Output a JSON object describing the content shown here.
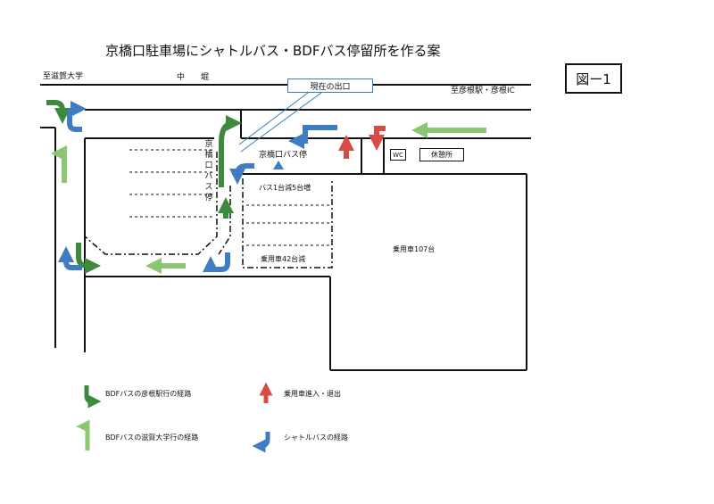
{
  "title": "京橋口駐車場にシャトルバス・BDFバス停留所を作る案",
  "figure_label": "図ー1",
  "callout": "現在の出口",
  "place_labels": {
    "left_direction": "至滋賀大学",
    "moat": "中　　堀",
    "right_direction": "至彦根駅・彦根IC",
    "bus_stop_horizontal": "京橋口バス停",
    "bus_stop_vertical": "京橋口バス停",
    "wc": "WC",
    "rest_area": "休憩所",
    "bus_change": "バス1台減5台増",
    "car_decrease": "乗用車42台減",
    "car_lot": "乗用車107台"
  },
  "legend": {
    "items": [
      {
        "label": "BDFバスの彦根駅行の経路",
        "color": "#3d8a3d",
        "icon": "arrow-down-right-icon"
      },
      {
        "label": "BDFバスの滋賀大学行の経路",
        "color": "#8cc670",
        "icon": "arrow-up-hook-icon"
      },
      {
        "label": "乗用車進入・退出",
        "color": "#d94a44",
        "icon": "arrow-up-icon"
      },
      {
        "label": "シャトルバスの経路",
        "color": "#3f7cc4",
        "icon": "arrow-u-turn-icon"
      }
    ]
  },
  "colors": {
    "bdf_hikone": "#3d8a3d",
    "bdf_shiga": "#8cc670",
    "car": "#d94a44",
    "shuttle": "#3f7cc4"
  }
}
